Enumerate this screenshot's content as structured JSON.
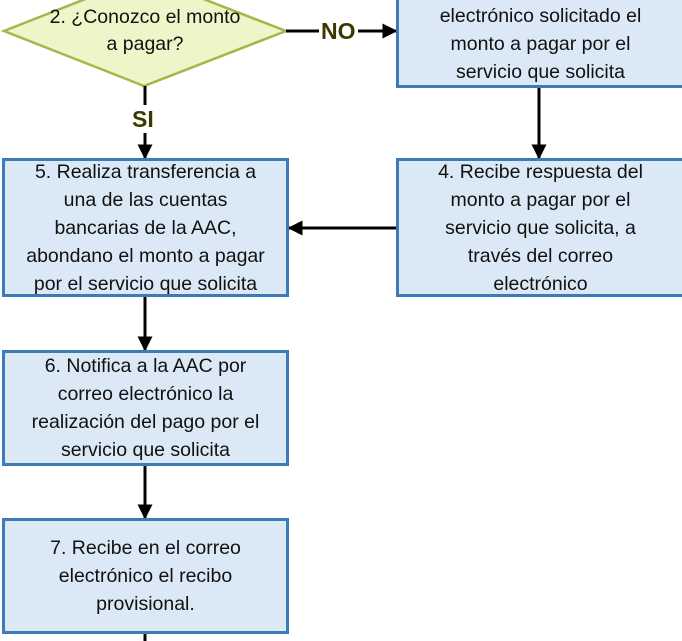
{
  "decision": {
    "text": "2. ¿Conozco el monto\na pagar?"
  },
  "labels": {
    "no": "NO",
    "si": "SI"
  },
  "nodes": {
    "step3": {
      "text": "electrónico solicitado el\nmonto a pagar por el\nservicio que solicita"
    },
    "step4": {
      "text": "4. Recibe respuesta del\nmonto a pagar por el\nservicio que solicita, a\ntravés del correo\nelectrónico"
    },
    "step5": {
      "text": "5. Realiza transferencia a\nuna de las cuentas\nbancarias de la AAC,\nabondano el monto a pagar\npor el servicio que solicita"
    },
    "step6": {
      "text": "6. Notifica a la AAC por\ncorreo electrónico la\nrealización del pago por el\nservicio que solicita"
    },
    "step7": {
      "text": "7. Recibe en el correo\nelectrónico el recibo\nprovisional."
    }
  },
  "colors": {
    "box_fill": "#dbe9f6",
    "box_border": "#3d7ab8",
    "decision_fill": "#eef6c9",
    "decision_border": "#9fb94a",
    "connector": "#000000",
    "label_text": "#3a3a00"
  }
}
